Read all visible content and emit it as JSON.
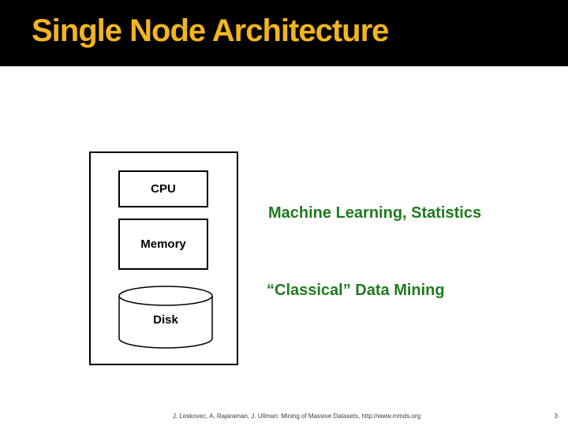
{
  "slide": {
    "title": "Single Node Architecture",
    "diagram": {
      "cpu_label": "CPU",
      "memory_label": "Memory",
      "disk_label": "Disk"
    },
    "annotations": {
      "machine_learning": "Machine Learning, Statistics",
      "classical_mining": "“Classical” Data Mining"
    },
    "footer": {
      "citation": "J. Leskovec, A. Rajaraman, J. Ullman: Mining of Massive Datasets, http://www.mmds.org",
      "page_number": "3"
    },
    "colors": {
      "header_background": "#000000",
      "title_text": "#F2B51D",
      "annotation_text": "#1E7B1E",
      "diagram_stroke": "#000000",
      "footer_text": "#404040"
    }
  }
}
